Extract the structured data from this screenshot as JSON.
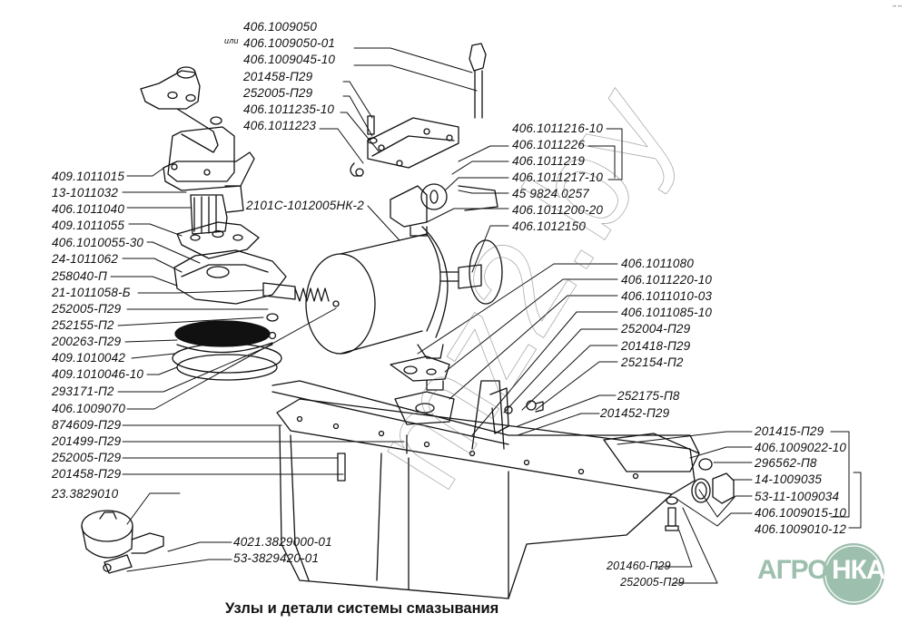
{
  "caption": "Узлы и детали системы смазывания",
  "watermark": "mz2.by",
  "logo": {
    "left_text": "АГРО",
    "right_text": "НКА",
    "color": "#9dbfae"
  },
  "corner_mark": "•• ••",
  "top_labels": {
    "or_text": "или",
    "items": [
      "406.1009050",
      "406.1009050-01",
      "406.1009045-10",
      "201458-П29",
      "252005-П29",
      "406.1011235-10",
      "406.1011223"
    ]
  },
  "left_labels": [
    "409.1011015",
    "13-1011032",
    "406.1011040",
    "409.1011055",
    "406.1010055-30",
    "24-1011062",
    "258040-П",
    "21-1011058-Б",
    "252005-П29",
    "252155-П2",
    "200263-П29",
    "409.1010042",
    "409.1010046-10",
    "293171-П2",
    "406.1009070",
    "874609-П29",
    "201499-П29",
    "252005-П29",
    "201458-П29"
  ],
  "center_label": "2101С-1012005НК-2",
  "right_upper_labels": [
    "406.1011216-10",
    "406.1011226",
    "406.1011219",
    "406.1011217-10",
    "45 9824 0257",
    "406.1011200-20",
    "406.1012150"
  ],
  "right_middle_labels": [
    "406.1011080",
    "406.1011220-10",
    "406.1011010-03",
    "406.1011085-10",
    "252004-П29",
    "201418-П29",
    "252154-П2",
    "252175-П8",
    "201452-П29"
  ],
  "right_lower_labels": [
    "201415-П29",
    "406.1009022-10",
    "296562-П8",
    "14-1009035",
    "53-11-1009034",
    "406.1009015-10",
    "406.1009010-12"
  ],
  "bottom_labels": {
    "sensor": "23.3829010",
    "sensor_parts": [
      "4021.3829000-01",
      "53-3829420-01"
    ],
    "drain": [
      "201460-П29",
      "252005-П29"
    ]
  }
}
